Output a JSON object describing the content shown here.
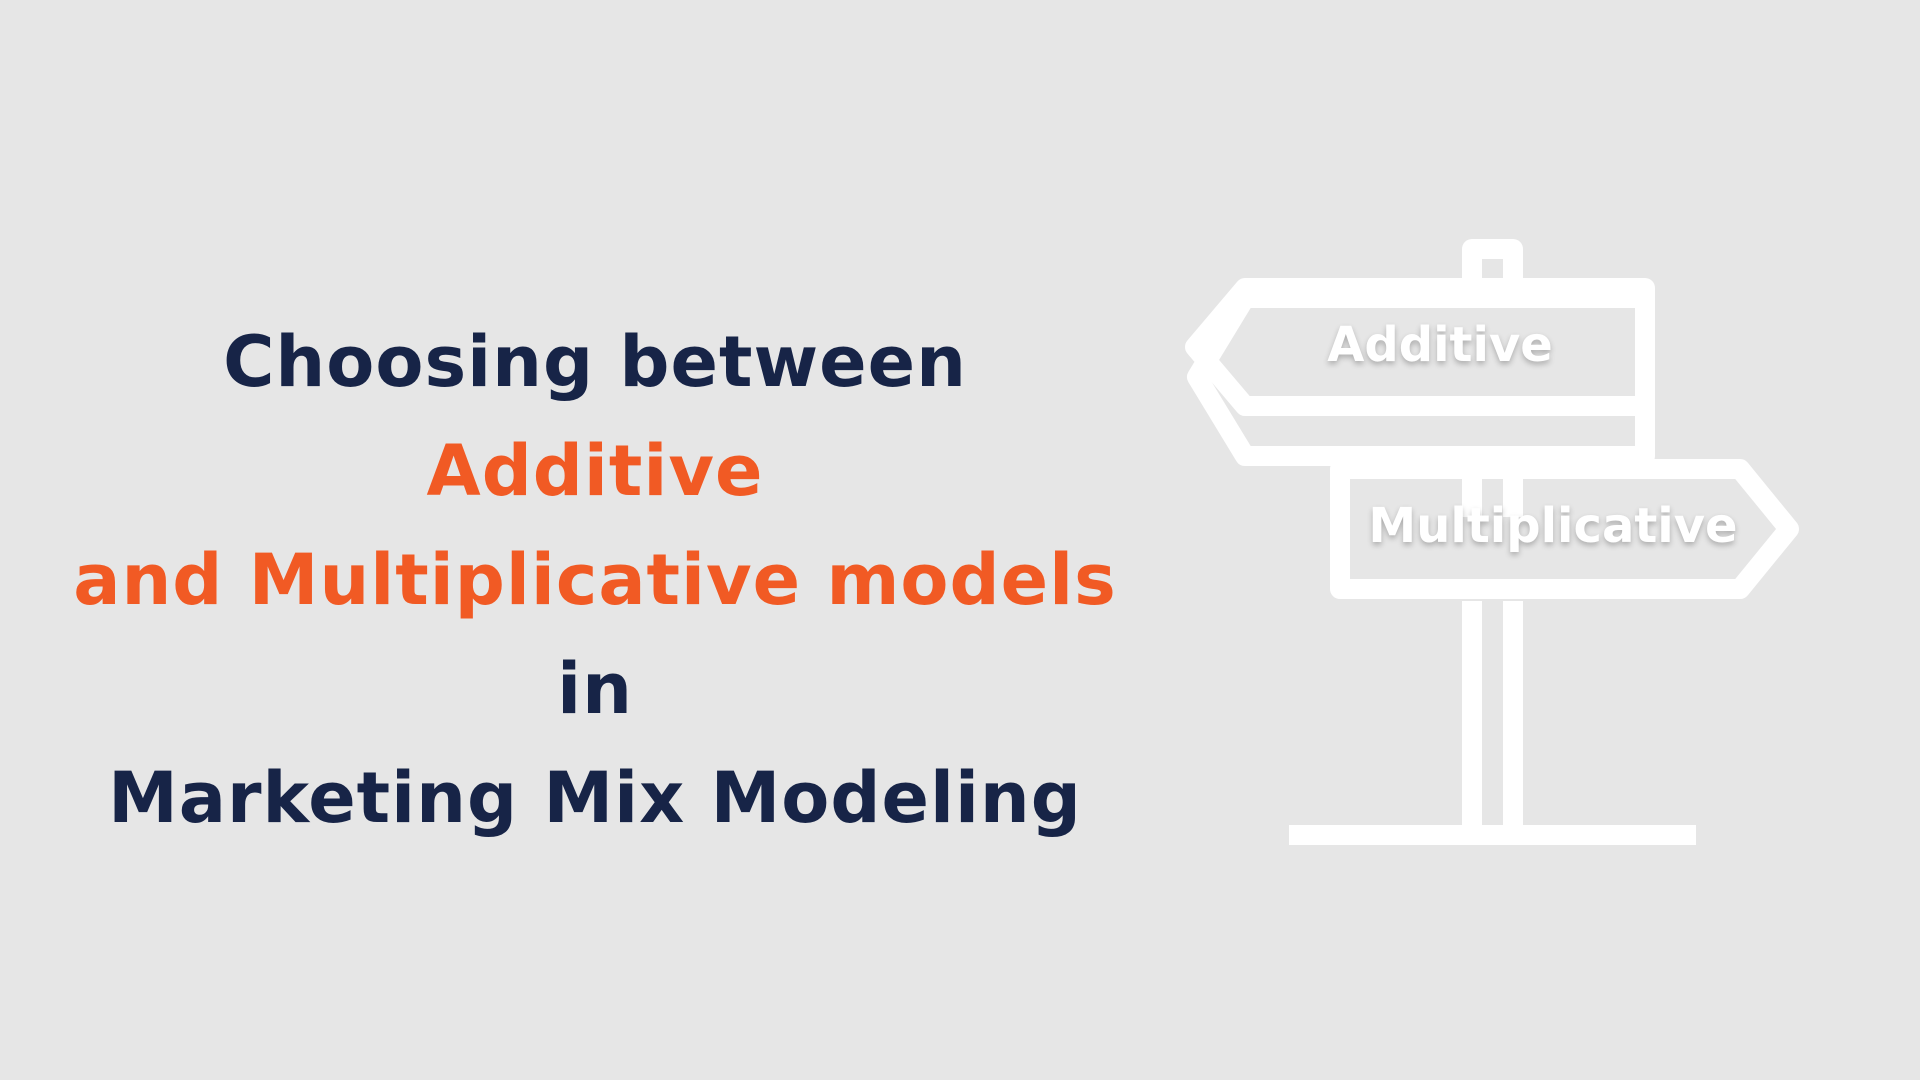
{
  "title": {
    "line1_a": "Choosing between ",
    "line1_b": "Additive",
    "line2_a": "and Multiplicative models",
    "line2_b": " in",
    "line3": "Marketing Mix Modeling"
  },
  "signpost": {
    "left_sign_label": "Additive",
    "right_sign_label": "Multiplicative"
  },
  "colors": {
    "background": "#e6e6e6",
    "navy": "#172447",
    "accent_orange": "#f15a24",
    "sign_white": "#ffffff"
  }
}
